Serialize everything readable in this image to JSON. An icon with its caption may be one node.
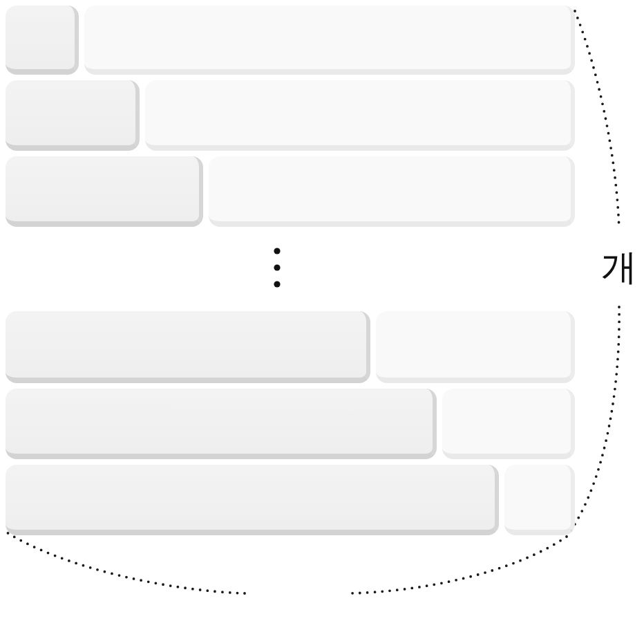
{
  "diagram": {
    "nodes": [
      {
        "text": [],
        "shape": "box"
      },
      {
        "text": [],
        "shape": "box"
      },
      {
        "text": [],
        "shape": "box"
      },
      {
        "text": [],
        "shape": "box"
      },
      {
        "text": [],
        "shape": "box"
      },
      {
        "text": [],
        "shape": "box"
      },
      {
        "text": [],
        "shape": "box"
      },
      {
        "text": [],
        "shape": "box"
      },
      {
        "text": [],
        "shape": "box"
      },
      {
        "text": [],
        "shape": "box"
      },
      {
        "text": [],
        "shape": "box"
      },
      {
        "text": [],
        "shape": "box"
      }
    ],
    "labels": [
      "개"
    ]
  }
}
